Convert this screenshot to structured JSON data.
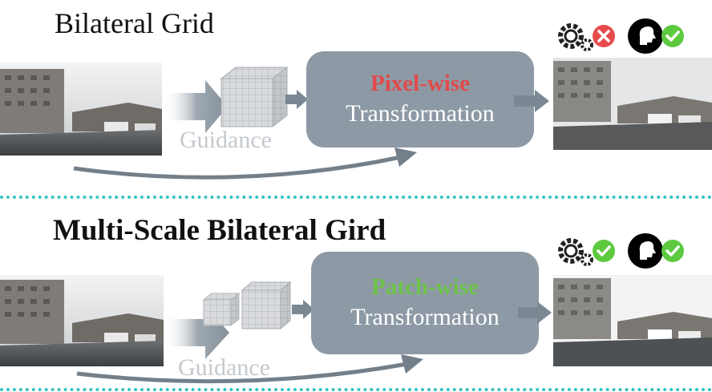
{
  "top": {
    "title": "Bilateral Grid",
    "guidance": "Guidance",
    "box_keyword": "Pixel-wise",
    "box_text": "Transformation",
    "keyword_color": "#e04a4a",
    "icons": [
      "gear-cluster-icon",
      "cross-badge-icon",
      "brain-silhouette-icon",
      "check-badge-icon"
    ]
  },
  "bottom": {
    "title": "Multi-Scale Bilateral Gird",
    "guidance": "Guidance",
    "box_keyword": "Patch-wise",
    "box_text": "Transformation",
    "keyword_color": "#6ec34a",
    "icons": [
      "gear-cluster-icon",
      "check-badge-icon",
      "brain-silhouette-icon",
      "check-badge-icon"
    ]
  },
  "colors": {
    "separator": "#35c3c3",
    "box": "#8d9aa5",
    "arrow": "#6d7a85",
    "cross": "#e64b4b",
    "check": "#5dc93f"
  }
}
